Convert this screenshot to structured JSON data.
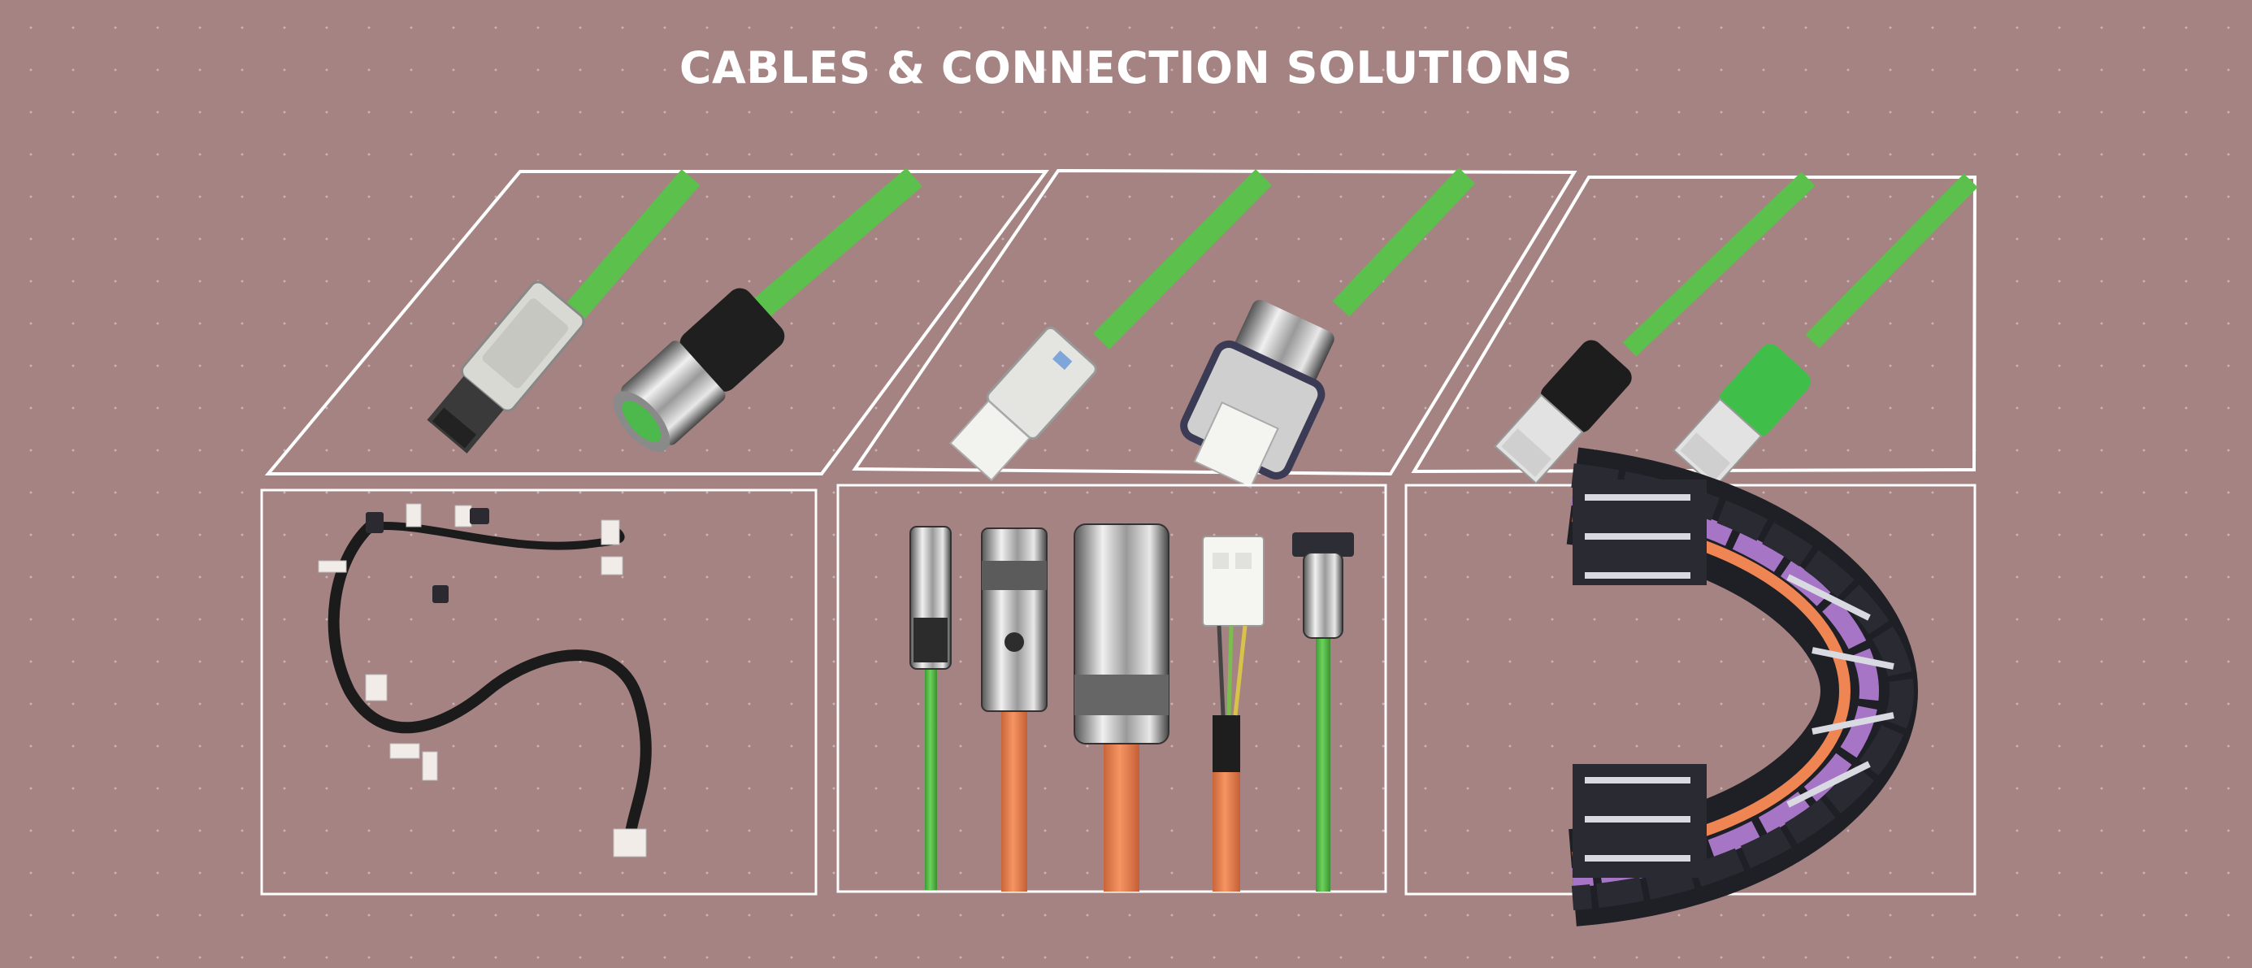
{
  "page": {
    "title": "CABLES & CONNECTION SOLUTIONS"
  },
  "products": {
    "panel_1": [
      "industrial-ethernet-rj45-connector",
      "m12-circular-connector"
    ],
    "panel_2": [
      "field-assembly-rj45-connector",
      "push-pull-rj45-connector"
    ],
    "panel_3": [
      "rj45-patch-cord-black-boot",
      "rj45-patch-cord-green-boot"
    ],
    "panel_4": [
      "wire-harness-assembly"
    ],
    "panel_5": [
      "m8-signal-connector",
      "m23-power-connector",
      "m40-power-connector",
      "molex-power-plug",
      "d-sub-connector"
    ],
    "panel_6": [
      "cable-drag-chain"
    ]
  },
  "colors": {
    "background": "#a48382",
    "frame": "#ffffff",
    "ethernet_green": "#5cc04c",
    "power_orange": "#ee8552",
    "chain_black": "#222228",
    "purple_cable": "#a675c5"
  }
}
